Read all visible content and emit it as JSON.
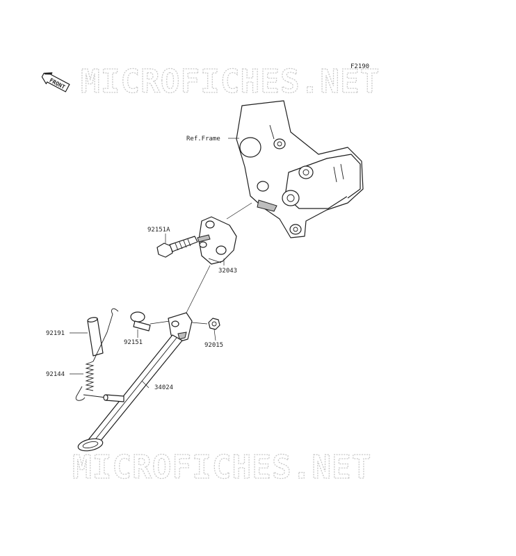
{
  "diagram_code": "F2190",
  "watermark": {
    "text": "MICROFICHES.NET"
  },
  "front_badge": {
    "text": "FRONT"
  },
  "labels": {
    "ref_frame": "Ref.Frame",
    "p92151A": "92151A",
    "p32043": "32043",
    "p92191": "92191",
    "p92151": "92151",
    "p92015": "92015",
    "p92144": "92144",
    "p34024": "34024"
  },
  "colors": {
    "line": "#1e1e1e",
    "watermark": "#c8c8c8",
    "shade": "#bdbdbd",
    "background": "#ffffff"
  }
}
